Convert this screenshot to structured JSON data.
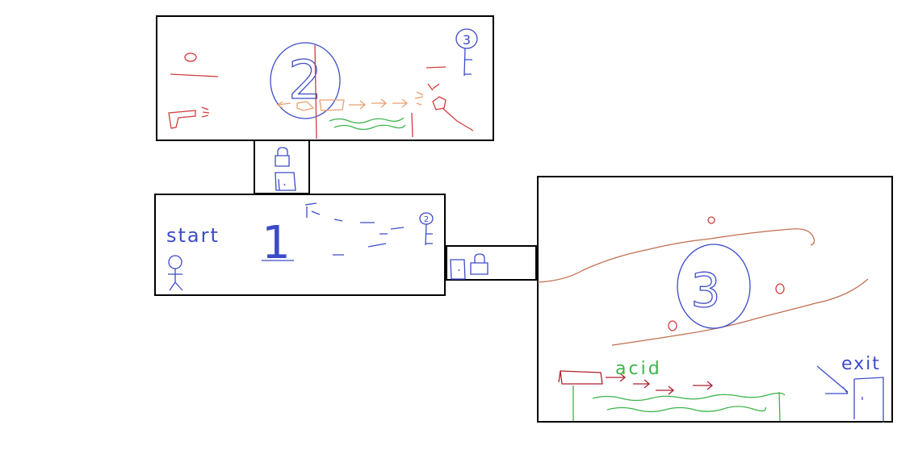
{
  "colors": {
    "outline": "#000000",
    "red": "#d23c3c",
    "blue": "#3c4cc8",
    "green": "#3cb44c",
    "brown": "#c07050",
    "orange": "#e8a070",
    "darkred": "#b02030"
  },
  "labels": {
    "start": "start",
    "room1_number": "1",
    "room2_number": "2",
    "room3_number": "3",
    "key2_number": "2",
    "key3_number": "3",
    "acid": "acid",
    "exit": "exit"
  }
}
